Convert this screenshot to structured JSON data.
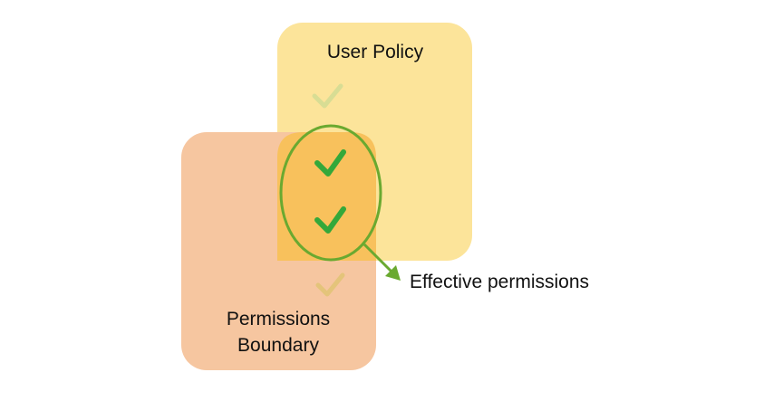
{
  "diagram": {
    "user_policy": {
      "label": "User Policy",
      "color": "#fce49a"
    },
    "permissions_boundary": {
      "label_line1": "Permissions",
      "label_line2": "Boundary",
      "color": "#f6c6a0"
    },
    "overlap_color": "#f8c15c",
    "effective_permissions": {
      "label": "Effective permissions",
      "outline_color": "#6aa930"
    },
    "check_colors": {
      "faded": "#d8dd94",
      "active": "#34a83a"
    },
    "icons": {
      "check": "check-icon",
      "arrow": "arrow-icon"
    }
  }
}
